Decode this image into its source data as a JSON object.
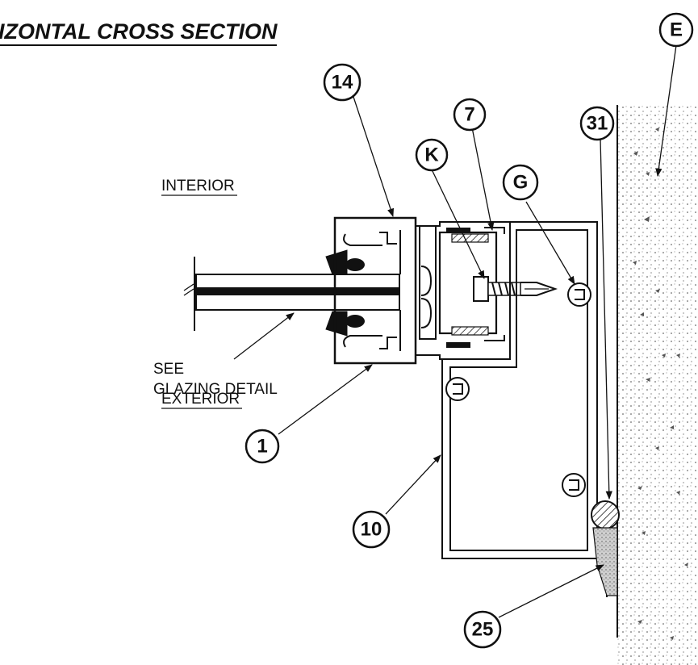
{
  "title": "IZONTAL CROSS SECTION",
  "labels": {
    "interior": "INTERIOR",
    "exterior": "EXTERIOR",
    "note_line1": "SEE",
    "note_line2": "GLAZING DETAIL"
  },
  "callouts": [
    {
      "id": "E",
      "text": "E"
    },
    {
      "id": "14",
      "text": "14"
    },
    {
      "id": "7",
      "text": "7"
    },
    {
      "id": "31",
      "text": "31"
    },
    {
      "id": "K",
      "text": "K"
    },
    {
      "id": "G",
      "text": "G"
    },
    {
      "id": "1",
      "text": "1"
    },
    {
      "id": "10",
      "text": "10"
    },
    {
      "id": "25",
      "text": "25"
    }
  ]
}
